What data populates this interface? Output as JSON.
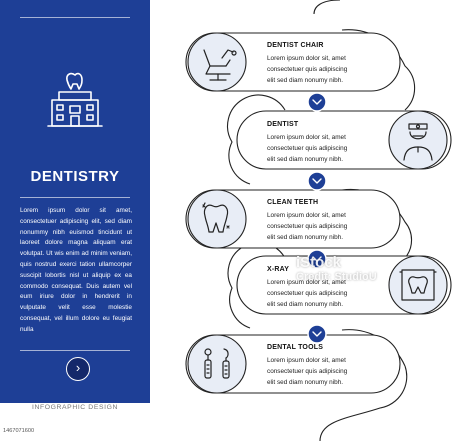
{
  "sidebar": {
    "title": "DENTISTRY",
    "body": "Lorem ipsum dolor sit amet, consectetuer adipiscing elit, sed diam nonummy nibh euismod tincidunt ut laoreet dolore magna aliquam erat volutpat. Ut wis enim ad minim veniam, quis nostrud exerci tation ullamcorper suscipit lobortis nisl ut aliquip ex ea commodo consequat. Duis autem vel eum iriure dolor in hendrerit in vulputate velit esse molestie consequat, vel illum dolore eu feugiat nulla",
    "next_label": "›",
    "footer": "INFOGRAPHIC DESIGN",
    "stock_id": "1467071600"
  },
  "steps": [
    {
      "title": "DENTIST CHAIR",
      "line1": "Lorem ipsum dolor sit, amet",
      "line2": "consectetuer quis adipiscing",
      "line3": "elit sed diam nonumy nibh.",
      "icon": "dentist-chair-icon"
    },
    {
      "title": "DENTIST",
      "line1": "Lorem ipsum dolor sit, amet",
      "line2": "consectetuer quis adipiscing",
      "line3": "elit sed diam nonumy nibh.",
      "icon": "dentist-icon"
    },
    {
      "title": "CLEAN TEETH",
      "line1": "Lorem ipsum dolor sit, amet",
      "line2": "consectetuer quis adipiscing",
      "line3": "elit sed diam nonumy nibh.",
      "icon": "clean-tooth-icon"
    },
    {
      "title": "X-RAY",
      "line1": "Lorem ipsum dolor sit, amet",
      "line2": "consectetuer quis adipiscing",
      "line3": "elit sed diam nonumy nibh.",
      "icon": "x-ray-icon"
    },
    {
      "title": "DENTAL TOOLS",
      "line1": "Lorem ipsum dolor sit, amet",
      "line2": "consectetuer quis adipiscing",
      "line3": "elit sed diam nonumy nibh.",
      "icon": "dental-tools-icon"
    }
  ],
  "watermark": {
    "brand": "iStock",
    "credit": "Credit: StudioU"
  },
  "colors": {
    "primary": "#1e3f96",
    "connector": "#1e3f96",
    "icon_circle_bg": "#e8edf6",
    "line": "#222222"
  }
}
